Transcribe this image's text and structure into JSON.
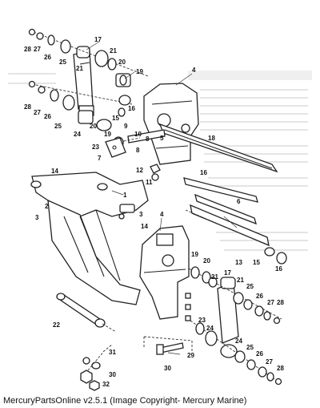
{
  "diagram": {
    "callouts": [
      {
        "id": "c-28a",
        "text": "28"
      },
      {
        "id": "c-27a",
        "text": "27"
      },
      {
        "id": "c-26a",
        "text": "26"
      },
      {
        "id": "c-25a",
        "text": "25"
      },
      {
        "id": "c-21a",
        "text": "21"
      },
      {
        "id": "c-17a",
        "text": "17"
      },
      {
        "id": "c-21b",
        "text": "21"
      },
      {
        "id": "c-20a",
        "text": "20"
      },
      {
        "id": "c-19a",
        "text": "19"
      },
      {
        "id": "c-4a",
        "text": "4"
      },
      {
        "id": "c-28b",
        "text": "28"
      },
      {
        "id": "c-27b",
        "text": "27"
      },
      {
        "id": "c-26b",
        "text": "26"
      },
      {
        "id": "c-25b",
        "text": "25"
      },
      {
        "id": "c-24a",
        "text": "24"
      },
      {
        "id": "c-16a",
        "text": "16"
      },
      {
        "id": "c-15a",
        "text": "15"
      },
      {
        "id": "c-19b",
        "text": "19"
      },
      {
        "id": "c-20b",
        "text": "20"
      },
      {
        "id": "c-9a",
        "text": "9"
      },
      {
        "id": "c-10a",
        "text": "10"
      },
      {
        "id": "c-23a",
        "text": "23"
      },
      {
        "id": "c-8a",
        "text": "8"
      },
      {
        "id": "c-8b",
        "text": "8"
      },
      {
        "id": "c-7a",
        "text": "7"
      },
      {
        "id": "c-5a",
        "text": "5"
      },
      {
        "id": "c-18a",
        "text": "18"
      },
      {
        "id": "c-12a",
        "text": "12"
      },
      {
        "id": "c-11a",
        "text": "11"
      },
      {
        "id": "c-14a",
        "text": "14"
      },
      {
        "id": "c-16b",
        "text": "16"
      },
      {
        "id": "c-1a",
        "text": "1"
      },
      {
        "id": "c-2a",
        "text": "2"
      },
      {
        "id": "c-3a",
        "text": "3"
      },
      {
        "id": "c-3b",
        "text": "3"
      },
      {
        "id": "c-4b",
        "text": "4"
      },
      {
        "id": "c-14b",
        "text": "14"
      },
      {
        "id": "c-6a",
        "text": "6"
      },
      {
        "id": "c-13a",
        "text": "13"
      },
      {
        "id": "c-15b",
        "text": "15"
      },
      {
        "id": "c-16c",
        "text": "16"
      },
      {
        "id": "c-19c",
        "text": "19"
      },
      {
        "id": "c-20c",
        "text": "20"
      },
      {
        "id": "c-21c",
        "text": "21"
      },
      {
        "id": "c-21d",
        "text": "21"
      },
      {
        "id": "c-17b",
        "text": "17"
      },
      {
        "id": "c-25c",
        "text": "25"
      },
      {
        "id": "c-26c",
        "text": "26"
      },
      {
        "id": "c-27c",
        "text": "27"
      },
      {
        "id": "c-28c",
        "text": "28"
      },
      {
        "id": "c-22a",
        "text": "22"
      },
      {
        "id": "c-23b",
        "text": "23"
      },
      {
        "id": "c-24b",
        "text": "24"
      },
      {
        "id": "c-29a",
        "text": "29"
      },
      {
        "id": "c-30a",
        "text": "30"
      },
      {
        "id": "c-31a",
        "text": "31"
      },
      {
        "id": "c-32a",
        "text": "32"
      },
      {
        "id": "c-30b",
        "text": "30"
      },
      {
        "id": "c-24c",
        "text": "24"
      },
      {
        "id": "c-25d",
        "text": "25"
      },
      {
        "id": "c-26d",
        "text": "26"
      },
      {
        "id": "c-27d",
        "text": "27"
      },
      {
        "id": "c-28d",
        "text": "28"
      }
    ]
  },
  "footer": {
    "caption": "MercuryPartsOnline v2.5.1 (Image Copyright- Mercury Marine)"
  }
}
